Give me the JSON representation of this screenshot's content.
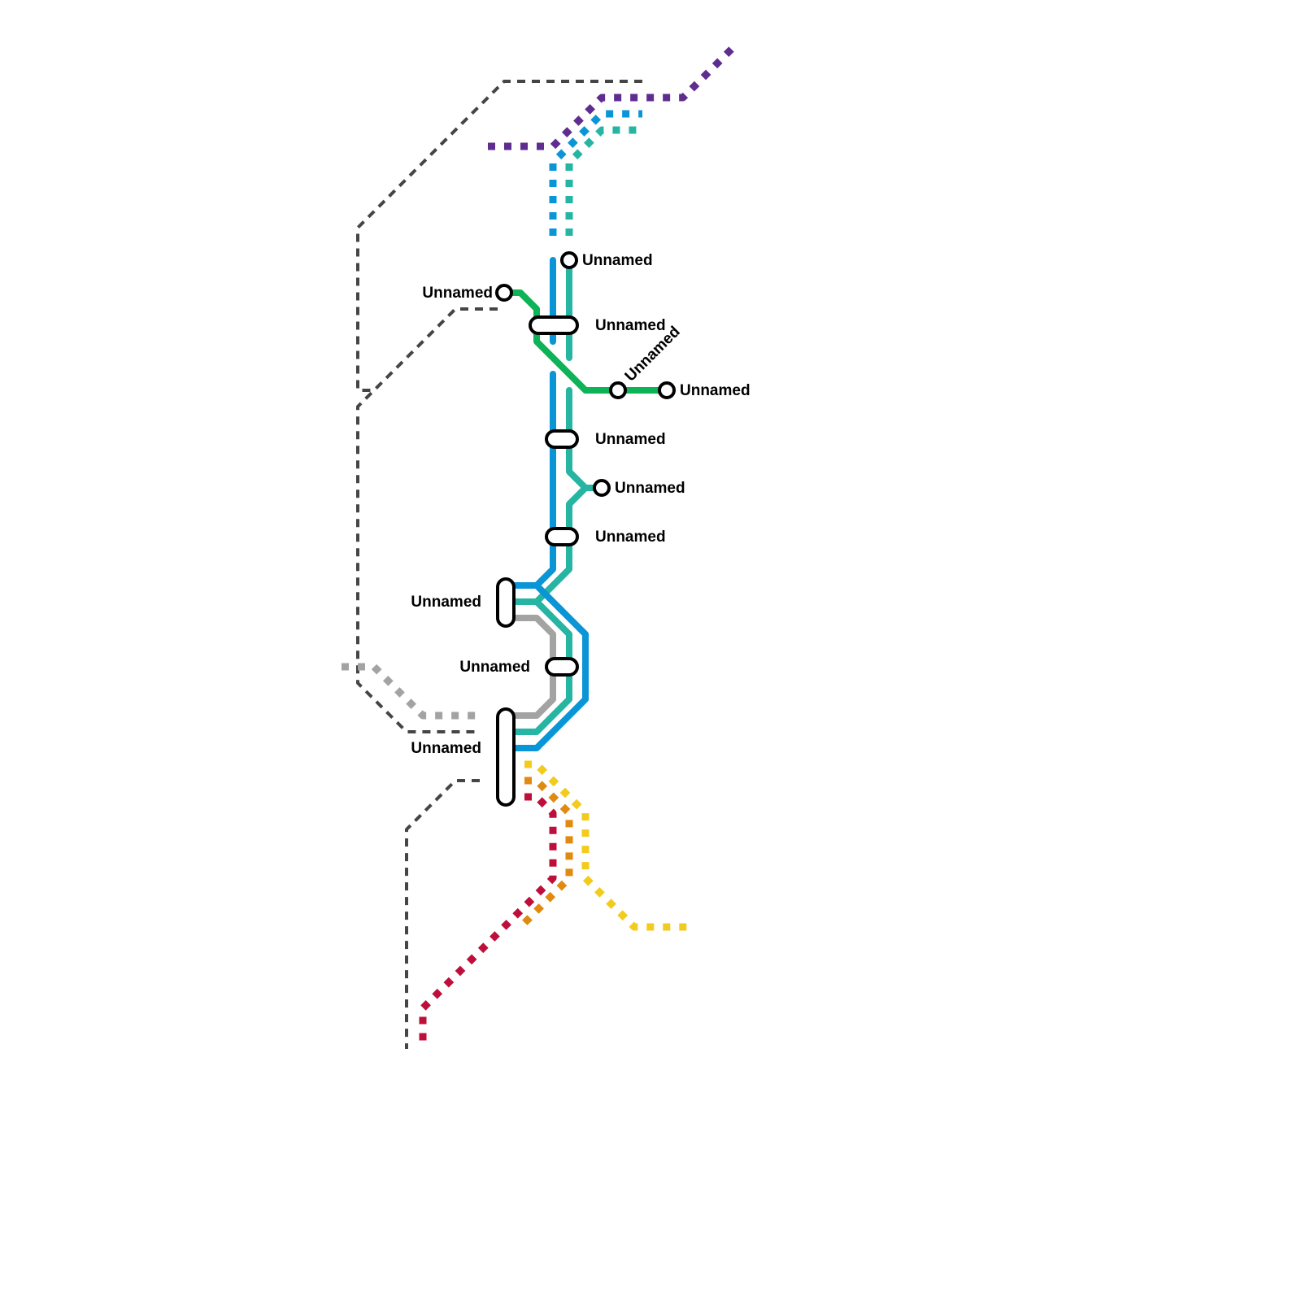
{
  "colors": {
    "blue": "#0a96d6",
    "teal": "#26b5a3",
    "green": "#0db356",
    "grey": "#a3a3a3",
    "dark": "#454545",
    "purple": "#5e2d8f",
    "yellow": "#f2cb1d",
    "orange": "#e08a10",
    "red": "#be0f3a"
  },
  "stations": [
    {
      "id": "north-teal-stop",
      "label": "Unnamed"
    },
    {
      "id": "green-terminus-west",
      "label": "Unnamed"
    },
    {
      "id": "interchange-north",
      "label": "Unnamed"
    },
    {
      "id": "green-stop-diagonal",
      "label": "Unnamed"
    },
    {
      "id": "green-terminus-east",
      "label": "Unnamed"
    },
    {
      "id": "interchange-middle",
      "label": "Unnamed"
    },
    {
      "id": "teal-branch-stop",
      "label": "Unnamed"
    },
    {
      "id": "interchange-south",
      "label": "Unnamed"
    },
    {
      "id": "west-interchange-upper",
      "label": "Unnamed"
    },
    {
      "id": "south-interchange",
      "label": "Unnamed"
    },
    {
      "id": "west-interchange-lower",
      "label": "Unnamed"
    }
  ]
}
